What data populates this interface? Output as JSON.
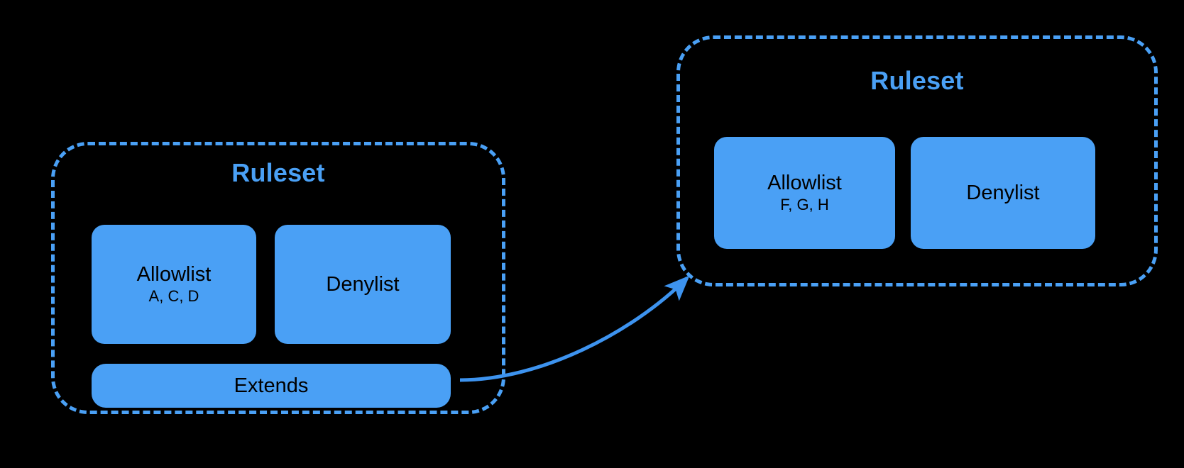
{
  "diagram": {
    "background_color": "#000000",
    "accent_color": "#4aa0f5",
    "text_on_card_color": "#000000"
  },
  "rulesets": [
    {
      "id": "left",
      "title": "Ruleset",
      "cards": [
        {
          "id": "allowlist-left",
          "title": "Allowlist",
          "sub": "A, C, D"
        },
        {
          "id": "denylist-left",
          "title": "Denylist",
          "sub": ""
        },
        {
          "id": "extends-left",
          "title": "Extends",
          "sub": ""
        }
      ]
    },
    {
      "id": "right",
      "title": "Ruleset",
      "cards": [
        {
          "id": "allowlist-right",
          "title": "Allowlist",
          "sub": "F, G, H"
        },
        {
          "id": "denylist-right",
          "title": "Denylist",
          "sub": ""
        }
      ]
    }
  ],
  "connector": {
    "name": "extends-arrow",
    "from": "extends-left",
    "to": "ruleset-right",
    "color": "#3d93ef",
    "style": "curved-arrow"
  }
}
